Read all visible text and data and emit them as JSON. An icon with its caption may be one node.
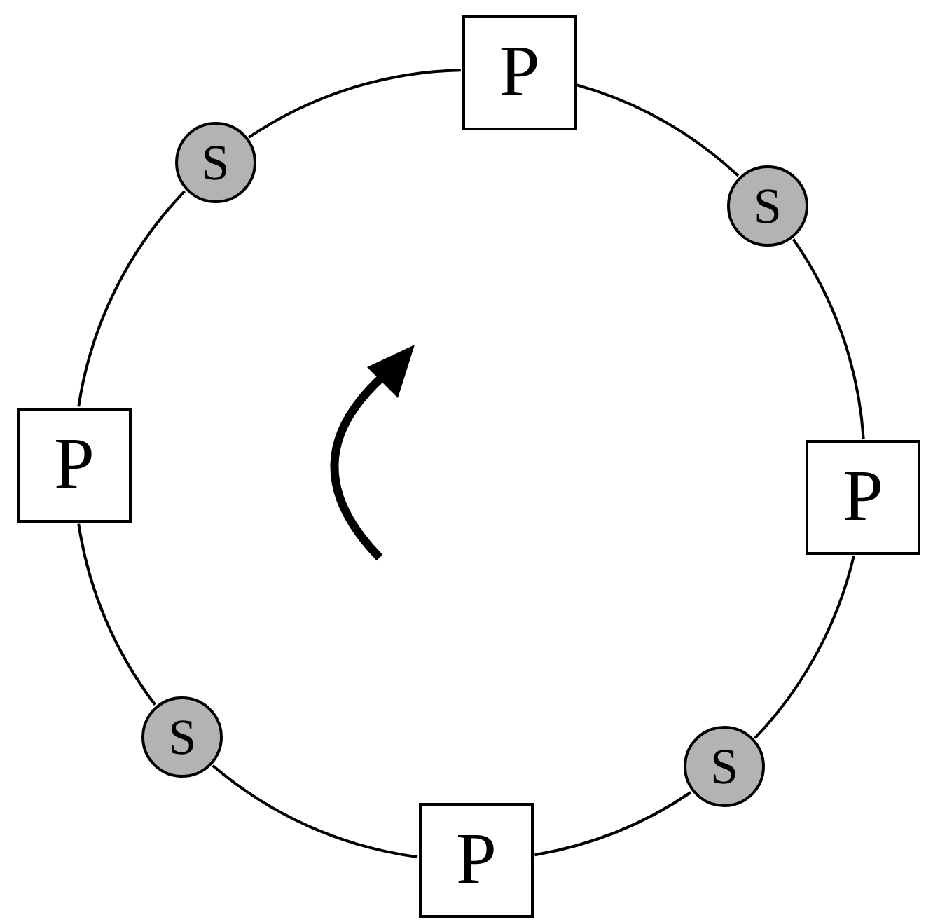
{
  "diagram": {
    "nodes": [
      {
        "text": [
          "P"
        ]
      },
      {
        "text": [
          "S"
        ]
      },
      {
        "text": [
          "S"
        ]
      },
      {
        "text": [
          "P"
        ]
      },
      {
        "text": [
          "P"
        ]
      },
      {
        "text": [
          "S"
        ]
      },
      {
        "text": [
          "S"
        ]
      },
      {
        "text": [
          "P"
        ]
      }
    ],
    "edges": [
      {
        "from": 0,
        "to": 2,
        "arrow": "none"
      },
      {
        "from": 2,
        "to": 4,
        "arrow": "none"
      },
      {
        "from": 4,
        "to": 6,
        "arrow": "none"
      },
      {
        "from": 6,
        "to": 7,
        "arrow": "none"
      },
      {
        "from": 7,
        "to": 5,
        "arrow": "none"
      },
      {
        "from": 5,
        "to": 3,
        "arrow": "none"
      },
      {
        "from": 3,
        "to": 1,
        "arrow": "none"
      },
      {
        "from": 1,
        "to": 0,
        "arrow": "none"
      }
    ]
  }
}
